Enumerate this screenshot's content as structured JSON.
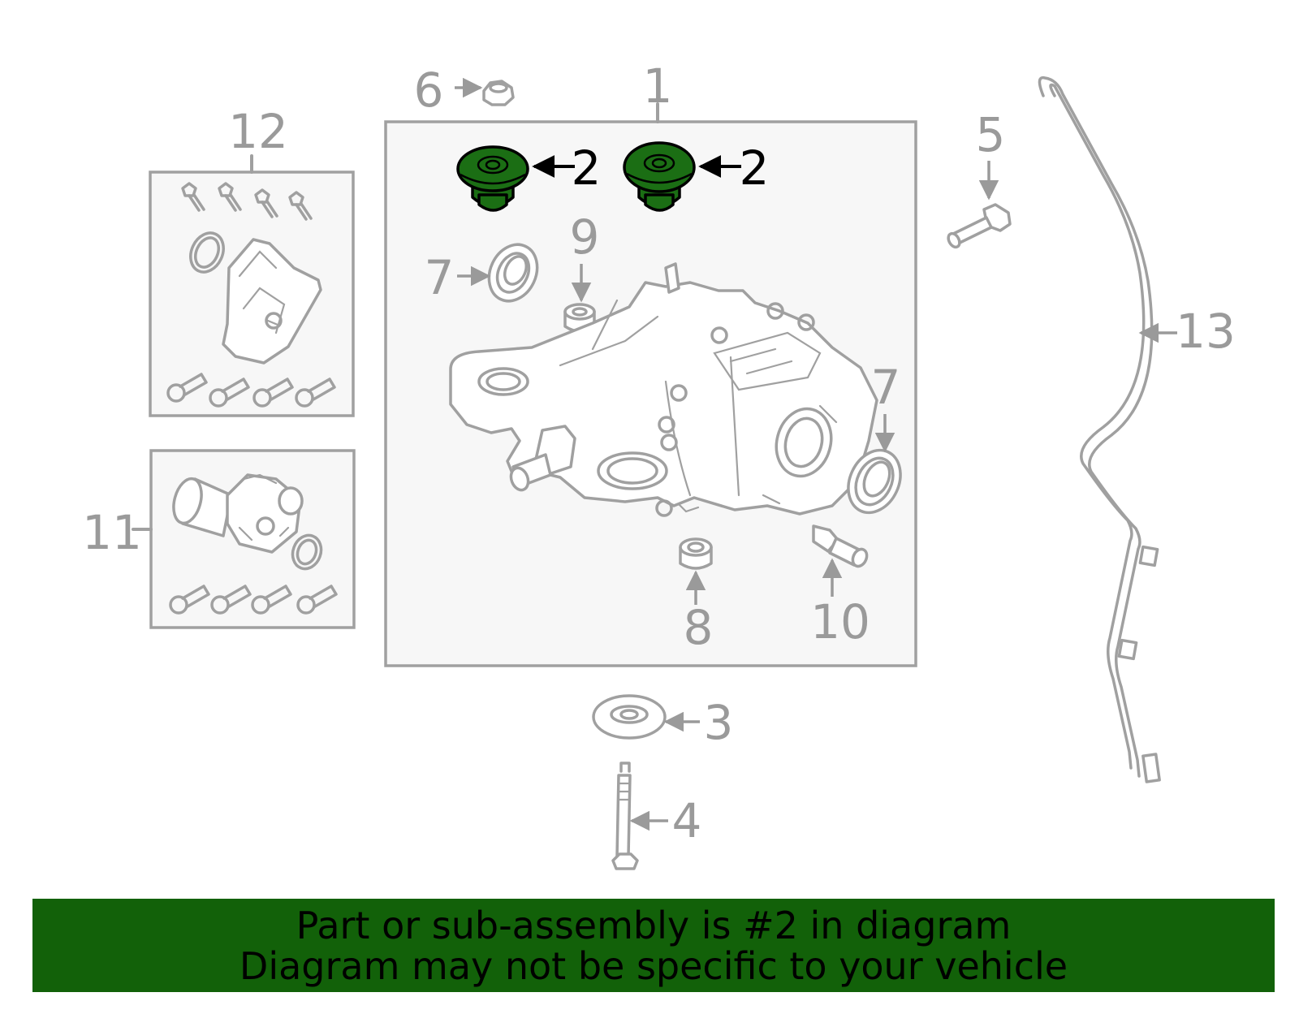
{
  "callouts": {
    "c1": "1",
    "c2a": "2",
    "c2b": "2",
    "c3": "3",
    "c4": "4",
    "c5": "5",
    "c6": "6",
    "c7a": "7",
    "c7b": "7",
    "c8": "8",
    "c9": "9",
    "c10": "10",
    "c11": "11",
    "c12": "12",
    "c13": "13"
  },
  "highlight": {
    "part_number": "2",
    "color": "#1b6e14"
  },
  "banner": {
    "line1": "Part or sub-assembly is #2 in diagram",
    "line2": "Diagram may not be specific to your vehicle",
    "background": "#126109"
  }
}
